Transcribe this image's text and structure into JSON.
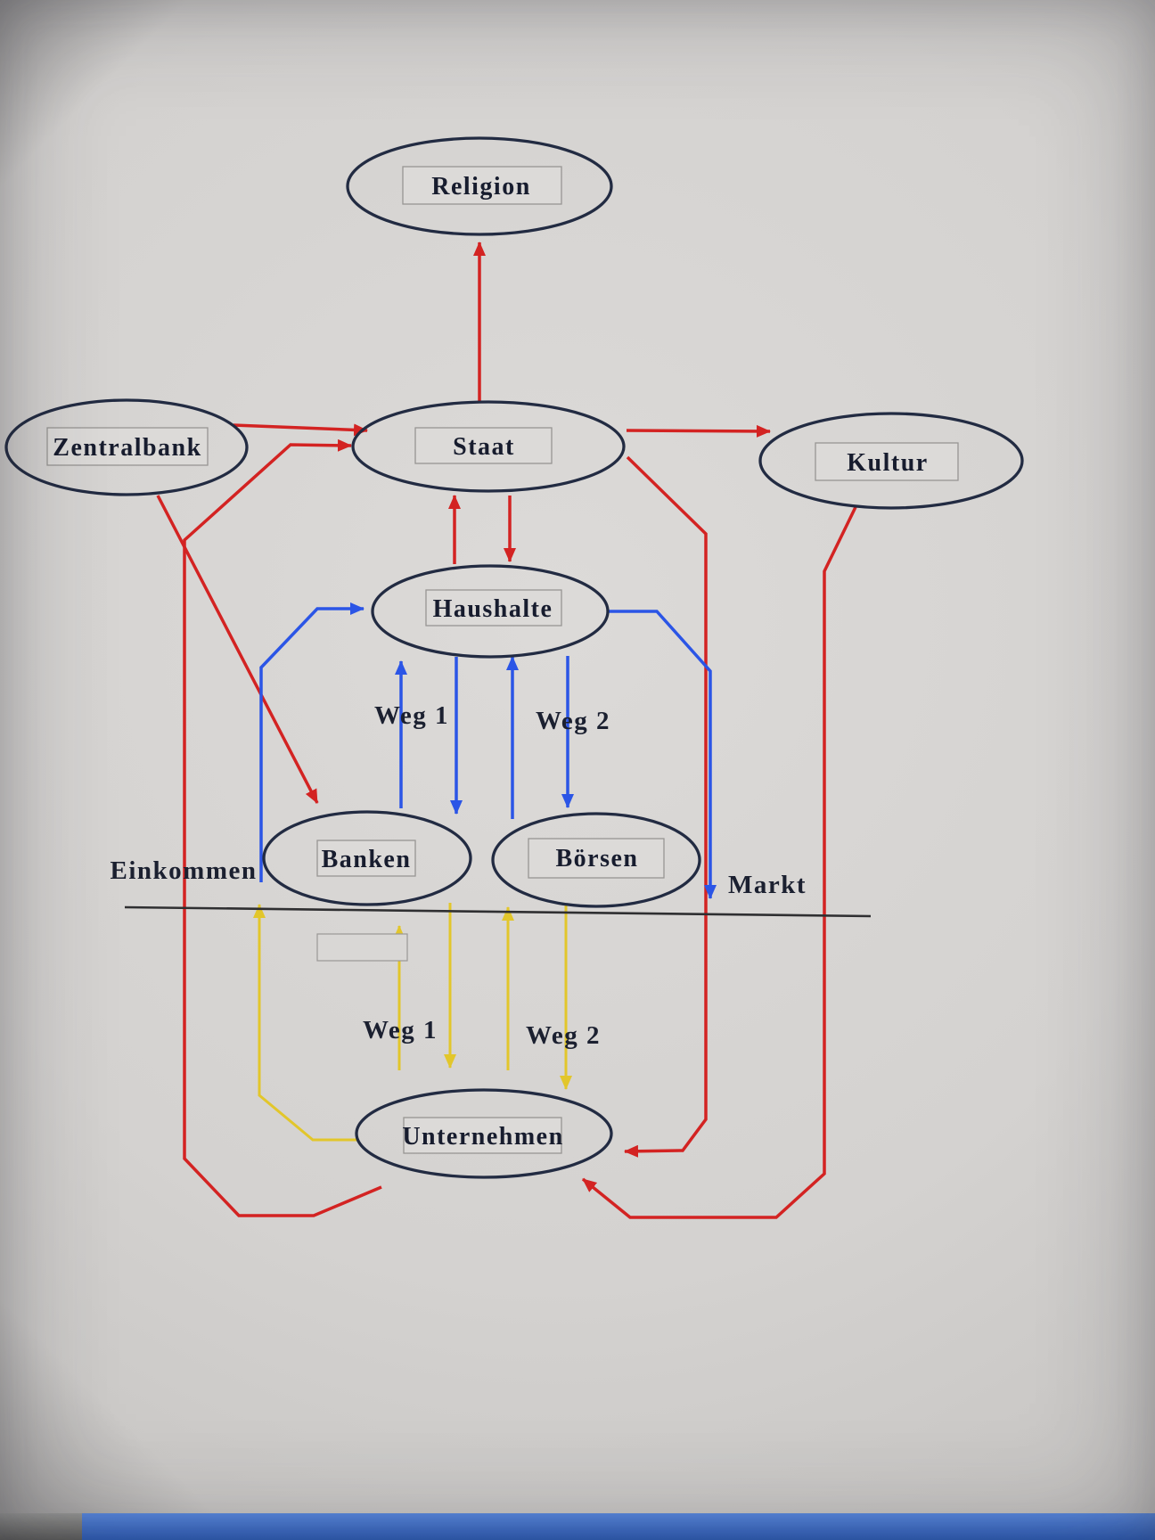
{
  "diagram": {
    "nodes": {
      "religion": "Religion",
      "zentralbank": "Zentralbank",
      "staat": "Staat",
      "kultur": "Kultur",
      "haushalte": "Haushalte",
      "banken": "Banken",
      "boersen": "Börsen",
      "unternehmen": "Unternehmen"
    },
    "labels": {
      "weg1_upper": "Weg 1",
      "weg2_upper": "Weg 2",
      "weg1_lower": "Weg 1",
      "weg2_lower": "Weg 2",
      "einkommen": "Einkommen",
      "markt": "Markt"
    },
    "colors": {
      "node_outline": "#222b42",
      "arrow_red": "#d32322",
      "arrow_blue": "#2b55e6",
      "arrow_yellow": "#e2c62b",
      "market_line": "#2f2f31",
      "taskbar_blue": "#3b6fd1"
    }
  }
}
